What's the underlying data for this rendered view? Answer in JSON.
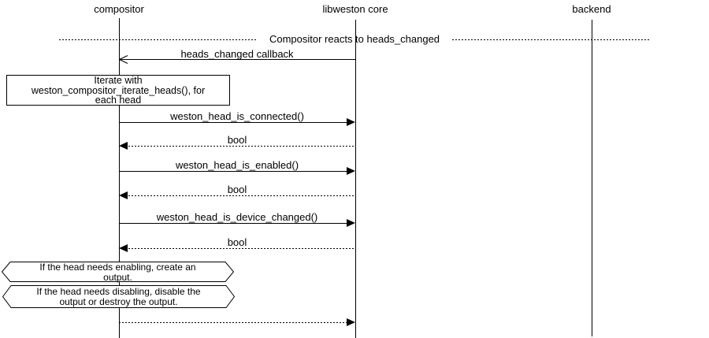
{
  "diagram_type": "sequence-diagram",
  "colors": {
    "foreground": "#000000",
    "background": "#ffffff"
  },
  "actors": [
    {
      "label": "compositor"
    },
    {
      "label": "libweston core"
    },
    {
      "label": "backend"
    }
  ],
  "divider": {
    "label": "Compositor reacts to heads_changed"
  },
  "messages": [
    {
      "label": "heads_changed callback",
      "from": "libweston core",
      "to": "compositor",
      "line": "solid",
      "arrowhead": "open"
    },
    {
      "label": "weston_head_is_connected()",
      "from": "compositor",
      "to": "libweston core",
      "line": "solid",
      "arrowhead": "filled"
    },
    {
      "label": "bool",
      "from": "libweston core",
      "to": "compositor",
      "line": "dotted",
      "arrowhead": "filled"
    },
    {
      "label": "weston_head_is_enabled()",
      "from": "compositor",
      "to": "libweston core",
      "line": "solid",
      "arrowhead": "filled"
    },
    {
      "label": "bool",
      "from": "libweston core",
      "to": "compositor",
      "line": "dotted",
      "arrowhead": "filled"
    },
    {
      "label": "weston_head_is_device_changed()",
      "from": "compositor",
      "to": "libweston core",
      "line": "solid",
      "arrowhead": "filled"
    },
    {
      "label": "bool",
      "from": "libweston core",
      "to": "compositor",
      "line": "dotted",
      "arrowhead": "filled"
    },
    {
      "label": "",
      "from": "compositor",
      "to": "libweston core",
      "line": "dotted",
      "arrowhead": "filled"
    }
  ],
  "note": {
    "lines": [
      "Iterate with",
      "weston_compositor_iterate_heads(), for",
      "each head"
    ]
  },
  "conditions": [
    {
      "lines": [
        "If the head needs enabling, create an",
        "output."
      ]
    },
    {
      "lines": [
        "If the head needs disabling, disable the",
        "output or destroy the output."
      ]
    }
  ]
}
